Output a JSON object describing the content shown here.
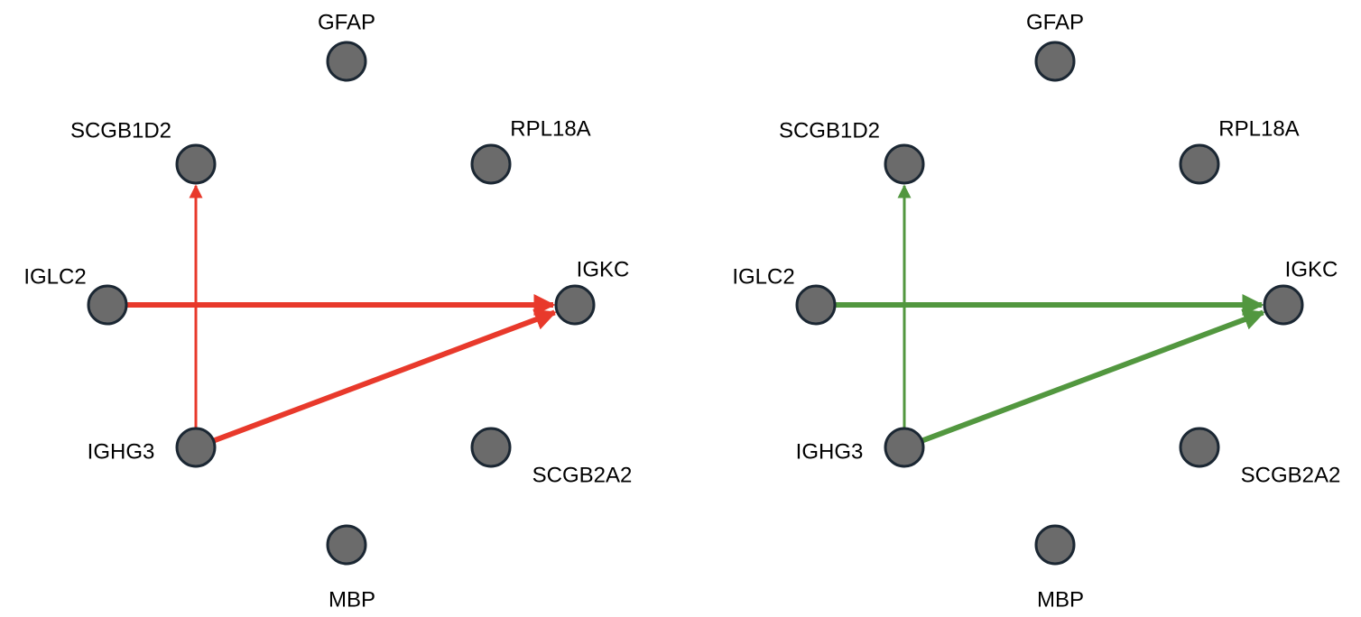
{
  "panels": [
    {
      "edge_color": "#e8392b",
      "nodes": [
        {
          "id": "GFAP",
          "label": "GFAP"
        },
        {
          "id": "RPL18A",
          "label": "RPL18A"
        },
        {
          "id": "IGKC",
          "label": "IGKC"
        },
        {
          "id": "SCGB2A2",
          "label": "SCGB2A2"
        },
        {
          "id": "MBP",
          "label": "MBP"
        },
        {
          "id": "IGHG3",
          "label": "IGHG3"
        },
        {
          "id": "IGLC2",
          "label": "IGLC2"
        },
        {
          "id": "SCGB1D2",
          "label": "SCGB1D2"
        }
      ],
      "edges": [
        {
          "from": "IGLC2",
          "to": "IGKC",
          "weight": "thick"
        },
        {
          "from": "IGHG3",
          "to": "IGKC",
          "weight": "thick"
        },
        {
          "from": "IGHG3",
          "to": "SCGB1D2",
          "weight": "thin"
        }
      ]
    },
    {
      "edge_color": "#52973f",
      "nodes": [
        {
          "id": "GFAP",
          "label": "GFAP"
        },
        {
          "id": "RPL18A",
          "label": "RPL18A"
        },
        {
          "id": "IGKC",
          "label": "IGKC"
        },
        {
          "id": "SCGB2A2",
          "label": "SCGB2A2"
        },
        {
          "id": "MBP",
          "label": "MBP"
        },
        {
          "id": "IGHG3",
          "label": "IGHG3"
        },
        {
          "id": "IGLC2",
          "label": "IGLC2"
        },
        {
          "id": "SCGB1D2",
          "label": "SCGB1D2"
        }
      ],
      "edges": [
        {
          "from": "IGLC2",
          "to": "IGKC",
          "weight": "thick"
        },
        {
          "from": "IGHG3",
          "to": "IGKC",
          "weight": "thick"
        },
        {
          "from": "IGHG3",
          "to": "SCGB1D2",
          "weight": "thin"
        }
      ]
    }
  ]
}
